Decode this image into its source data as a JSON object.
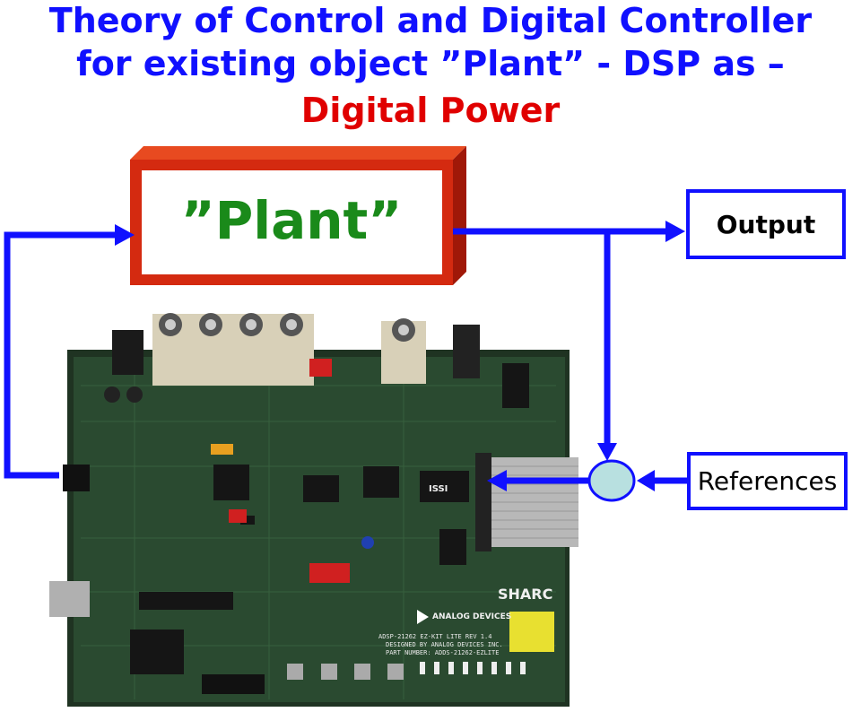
{
  "title": {
    "line1": "Theory of Control and Digital Controller",
    "line2": "for existing object ”Plant” - DSP as –",
    "line3": "Digital Power"
  },
  "diagram": {
    "plant_label": "”Plant”",
    "output_label": "Output",
    "references_label": "References"
  },
  "board": {
    "brand": "ANALOG DEVICES",
    "logo": "SHARC",
    "model": "ADSP-21262 EZ-KIT LITE  REV 1.4",
    "designer": "DESIGNED BY ANALOG DEVICES INC.",
    "part": "PART NUMBER: ADDS-21262-EZLITE",
    "chip": "ISSI"
  },
  "colors": {
    "blue": "#1010ff",
    "red_title": "#e00000",
    "green": "#1a8a1a",
    "plant_border": "#d42a10",
    "summing_fill": "#b8e0e0"
  }
}
